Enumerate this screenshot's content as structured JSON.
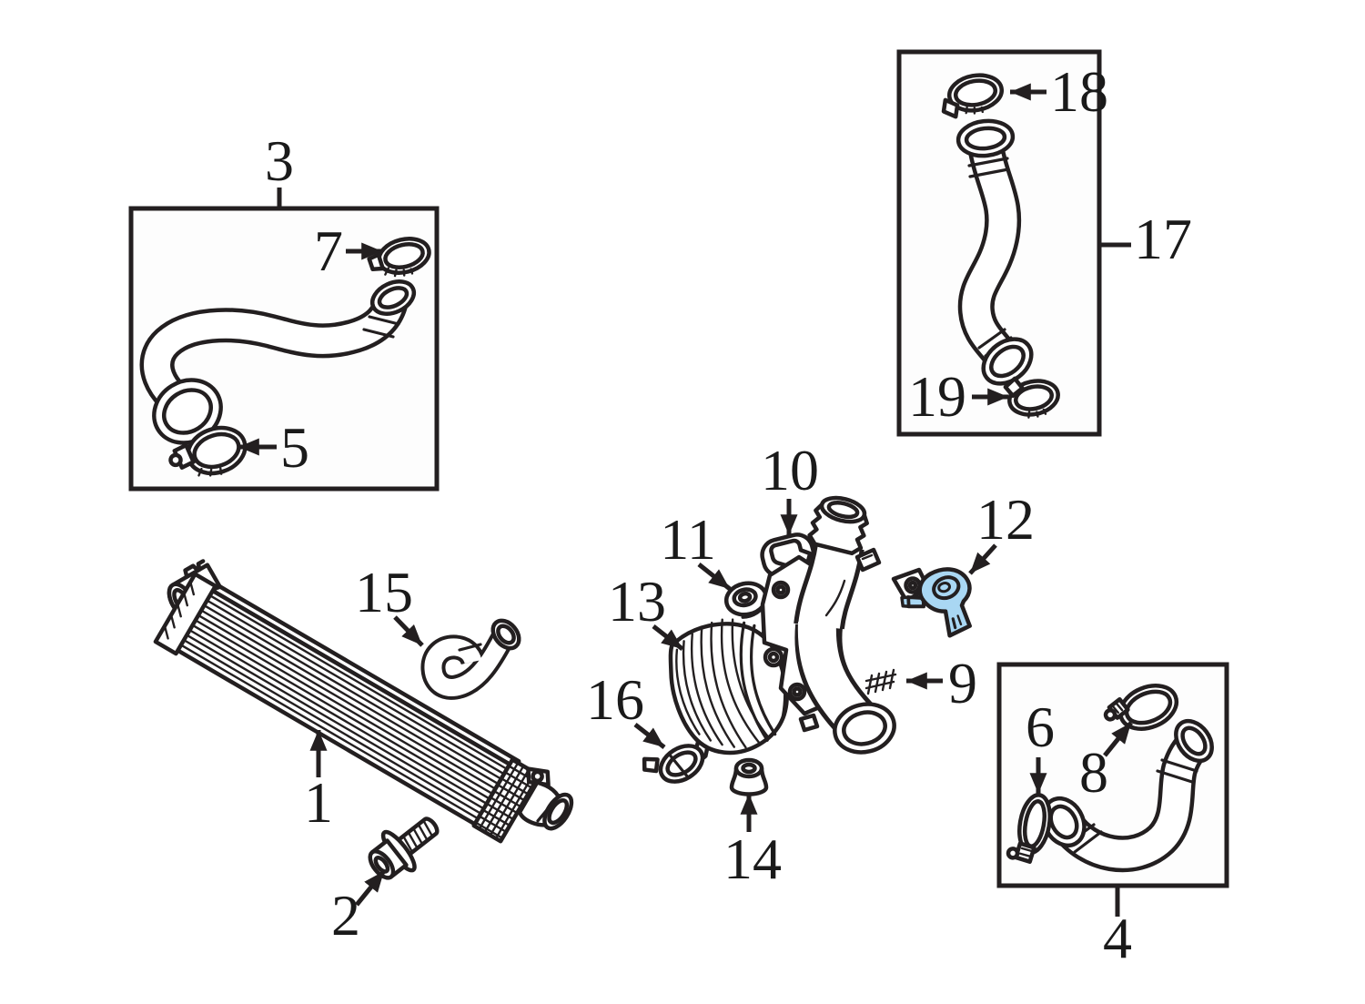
{
  "diagram": {
    "type": "parts-diagram",
    "background": "#ffffff",
    "line_color": "#231f20",
    "box_fill": "#fdfdfd",
    "highlight_fill": "#a9d7f3",
    "labels": {
      "1": "1",
      "2": "2",
      "3": "3",
      "4": "4",
      "5": "5",
      "6": "6",
      "7": "7",
      "8": "8",
      "9": "9",
      "10": "10",
      "11": "11",
      "12": "12",
      "13": "13",
      "14": "14",
      "15": "15",
      "16": "16",
      "17": "17",
      "18": "18",
      "19": "19"
    }
  }
}
